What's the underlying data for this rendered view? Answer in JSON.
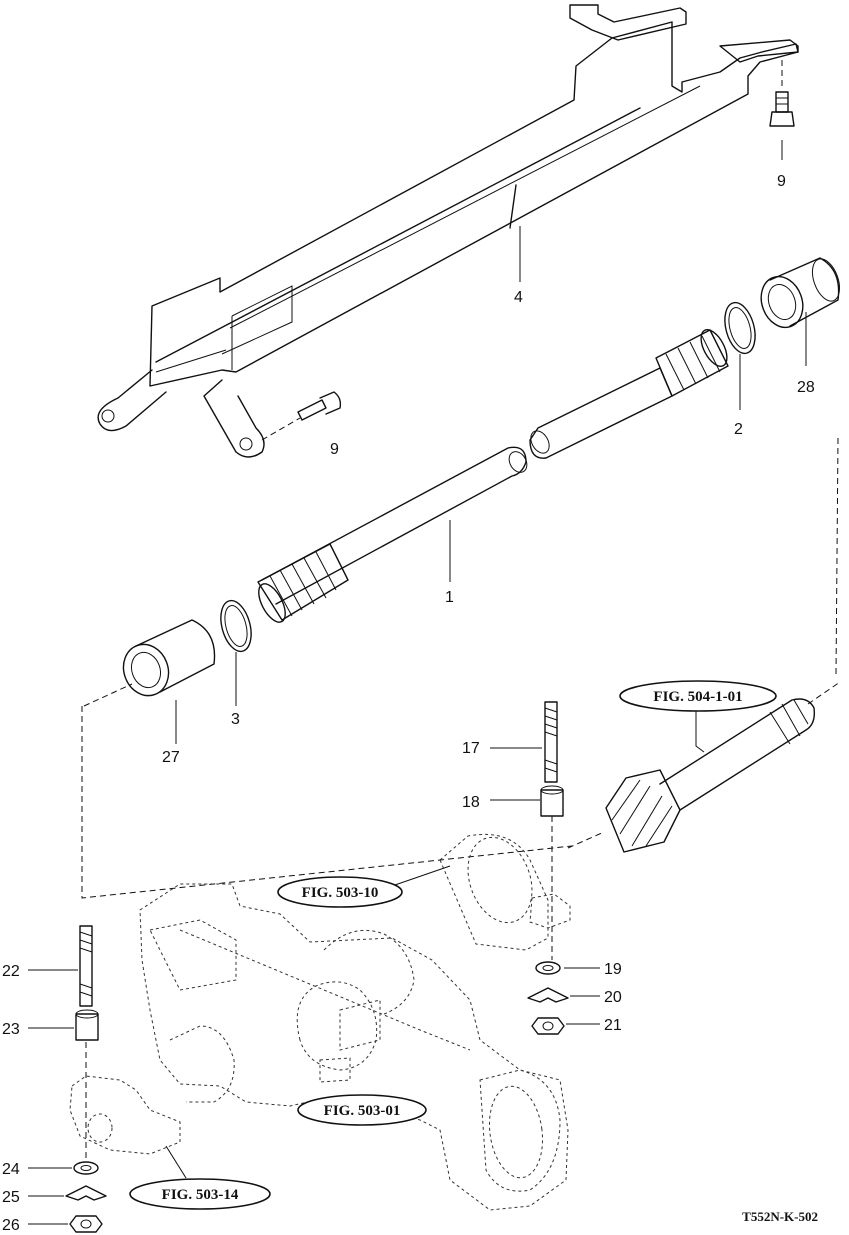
{
  "diagram_code": "T552N-K-502",
  "figure_refs": {
    "fig_504_1_01": "FIG. 504-1-01",
    "fig_503_10": "FIG. 503-10",
    "fig_503_01": "FIG. 503-01",
    "fig_503_14": "FIG. 503-14"
  },
  "callouts": {
    "c1": "1",
    "c2": "2",
    "c3": "3",
    "c4": "4",
    "c9_top": "9",
    "c9_mid": "9",
    "c17": "17",
    "c18": "18",
    "c19": "19",
    "c20": "20",
    "c21": "21",
    "c22": "22",
    "c23": "23",
    "c24": "24",
    "c25": "25",
    "c26": "26",
    "c27": "27",
    "c28": "28"
  }
}
